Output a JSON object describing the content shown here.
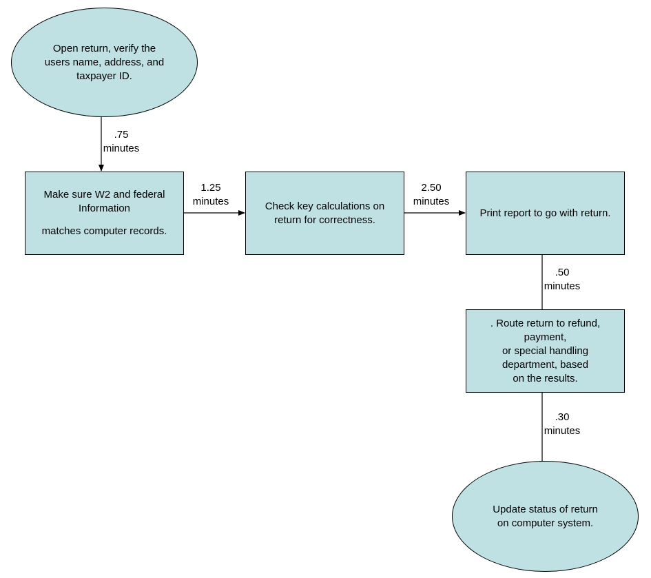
{
  "diagram": {
    "nodes": {
      "open": {
        "lines": [
          "Open return, verify the",
          "users name, address, and",
          "taxpayer ID."
        ]
      },
      "w2": {
        "lines": [
          "Make sure W2 and federal",
          "Information",
          "matches computer records."
        ]
      },
      "check": {
        "lines": [
          "Check key calculations on",
          "return for correctness."
        ]
      },
      "print": {
        "lines": [
          "Print report to go with return."
        ]
      },
      "route": {
        "lines": [
          ".  Route return to refund,",
          "payment,",
          "or special handling",
          "department, based",
          "on the results."
        ]
      },
      "update": {
        "lines": [
          "Update status of return",
          "on computer system."
        ]
      }
    },
    "edges": [
      {
        "from": "open",
        "to": "w2",
        "lines": [
          ".75",
          "minutes"
        ]
      },
      {
        "from": "w2",
        "to": "check",
        "lines": [
          "1.25",
          "minutes"
        ]
      },
      {
        "from": "check",
        "to": "print",
        "lines": [
          "2.50",
          "minutes"
        ]
      },
      {
        "from": "print",
        "to": "route",
        "lines": [
          ".50",
          "minutes"
        ]
      },
      {
        "from": "route",
        "to": "update",
        "lines": [
          ".30",
          "minutes"
        ]
      }
    ],
    "colors": {
      "node_fill": "#bfe1e4",
      "stroke": "#000000",
      "background": "#ffffff"
    }
  }
}
